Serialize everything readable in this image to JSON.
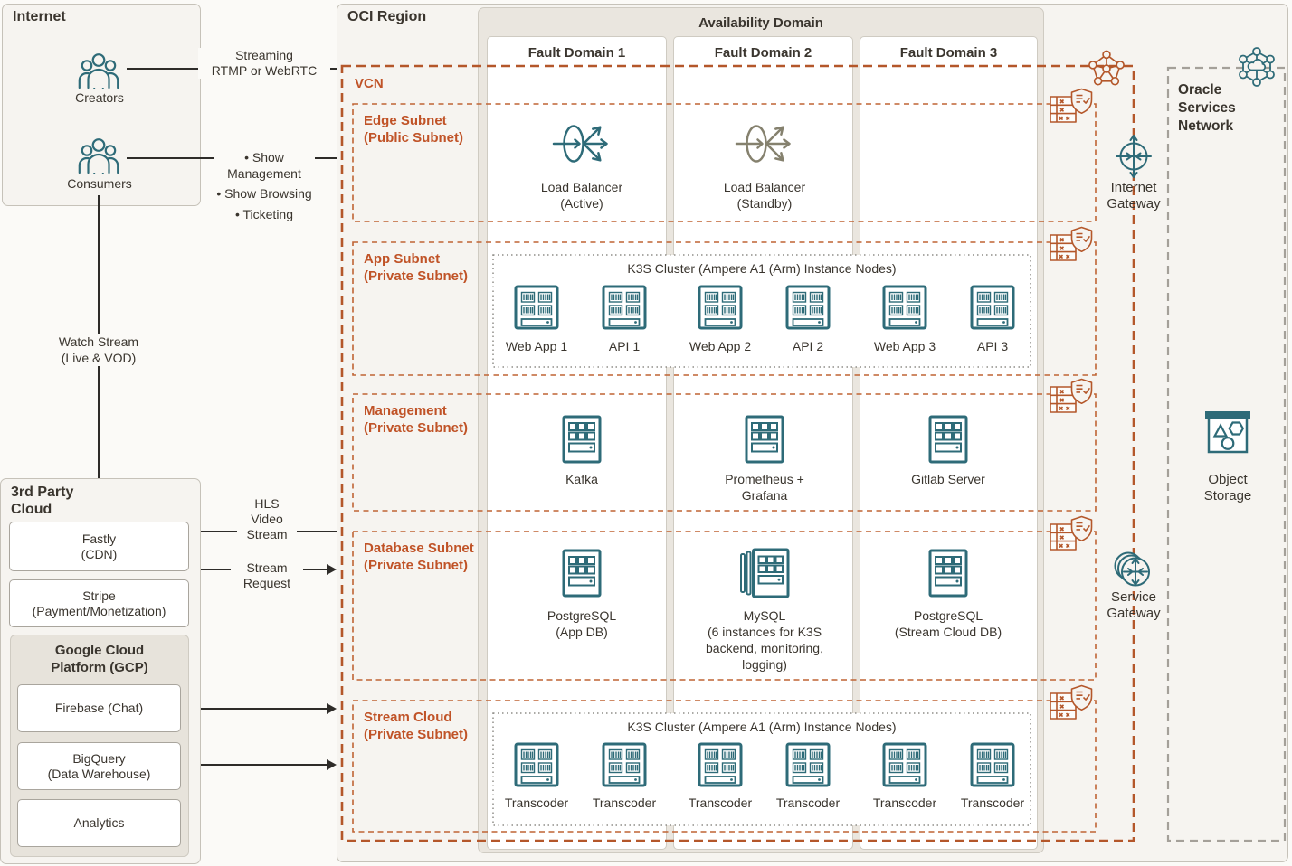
{
  "colors": {
    "accent_orange": "#b4572a",
    "subnet_label_orange": "#c05327",
    "icon_teal": "#2e6b78",
    "standby_gray": "#85816e",
    "osn_dash_gray": "#a4a099",
    "arrow_black": "#2e2c29",
    "availability_domain_bg": "#eae6df",
    "panel_bg": "#f6f4f0"
  },
  "internet": {
    "title": "Internet",
    "creators": "Creators",
    "consumers": "Consumers"
  },
  "flows": {
    "streaming": [
      "Streaming",
      "RTMP or WebRTC"
    ],
    "consumer_actions": [
      "• Show Management",
      "• Show Browsing",
      "• Ticketing"
    ],
    "watch_stream": [
      "Watch Stream",
      "(Live & VOD)"
    ],
    "hls": [
      "HLS",
      "Video",
      "Stream"
    ],
    "stream_request": [
      "Stream",
      "Request"
    ]
  },
  "third_party": {
    "title": "3rd Party Cloud",
    "fastly": [
      "Fastly",
      "(CDN)"
    ],
    "stripe": [
      "Stripe",
      "(Payment/Monetization)"
    ],
    "gcp": {
      "title": [
        "Google Cloud",
        "Platform (GCP)"
      ],
      "firebase": "Firebase (Chat)",
      "bigquery": [
        "BigQuery",
        "(Data Warehouse)"
      ],
      "analytics": "Analytics"
    }
  },
  "oci": {
    "region_title": "OCI Region",
    "availability_domain": "Availability Domain",
    "fault_domains": [
      "Fault Domain 1",
      "Fault Domain 2",
      "Fault Domain 3"
    ],
    "vcn_label": "VCN",
    "subnets": {
      "edge": {
        "label": [
          "Edge Subnet",
          "(Public Subnet)"
        ],
        "lb_active": [
          "Load Balancer",
          "(Active)"
        ],
        "lb_standby": [
          "Load Balancer",
          "(Standby)"
        ]
      },
      "app": {
        "label": [
          "App Subnet",
          "(Private Subnet)"
        ],
        "cluster_title": "K3S Cluster (Ampere A1 (Arm) Instance Nodes)",
        "nodes": [
          "Web App 1",
          "API 1",
          "Web App 2",
          "API 2",
          "Web App 3",
          "API 3"
        ]
      },
      "management": {
        "label": [
          "Management",
          "(Private Subnet)"
        ],
        "nodes": [
          [
            "Kafka"
          ],
          [
            "Prometheus +",
            "Grafana"
          ],
          [
            "Gitlab Server"
          ]
        ]
      },
      "database": {
        "label": [
          "Database Subnet",
          "(Private Subnet)"
        ],
        "nodes": [
          [
            "PostgreSQL",
            "(App DB)"
          ],
          [
            "MySQL",
            "(6 instances for K3S",
            "backend, monitoring,",
            "logging)"
          ],
          [
            "PostgreSQL",
            "(Stream Cloud DB)"
          ]
        ]
      },
      "stream": {
        "label": [
          "Stream Cloud",
          "(Private Subnet)"
        ],
        "cluster_title": "K3S Cluster (Ampere A1 (Arm) Instance Nodes)",
        "nodes": [
          "Transcoder",
          "Transcoder",
          "Transcoder",
          "Transcoder",
          "Transcoder",
          "Transcoder"
        ]
      }
    },
    "gateways": {
      "internet": [
        "Internet",
        "Gateway"
      ],
      "service": [
        "Service",
        "Gateway"
      ]
    }
  },
  "osn": {
    "title": [
      "Oracle",
      "Services",
      "Network"
    ],
    "object_storage": [
      "Object",
      "Storage"
    ]
  }
}
